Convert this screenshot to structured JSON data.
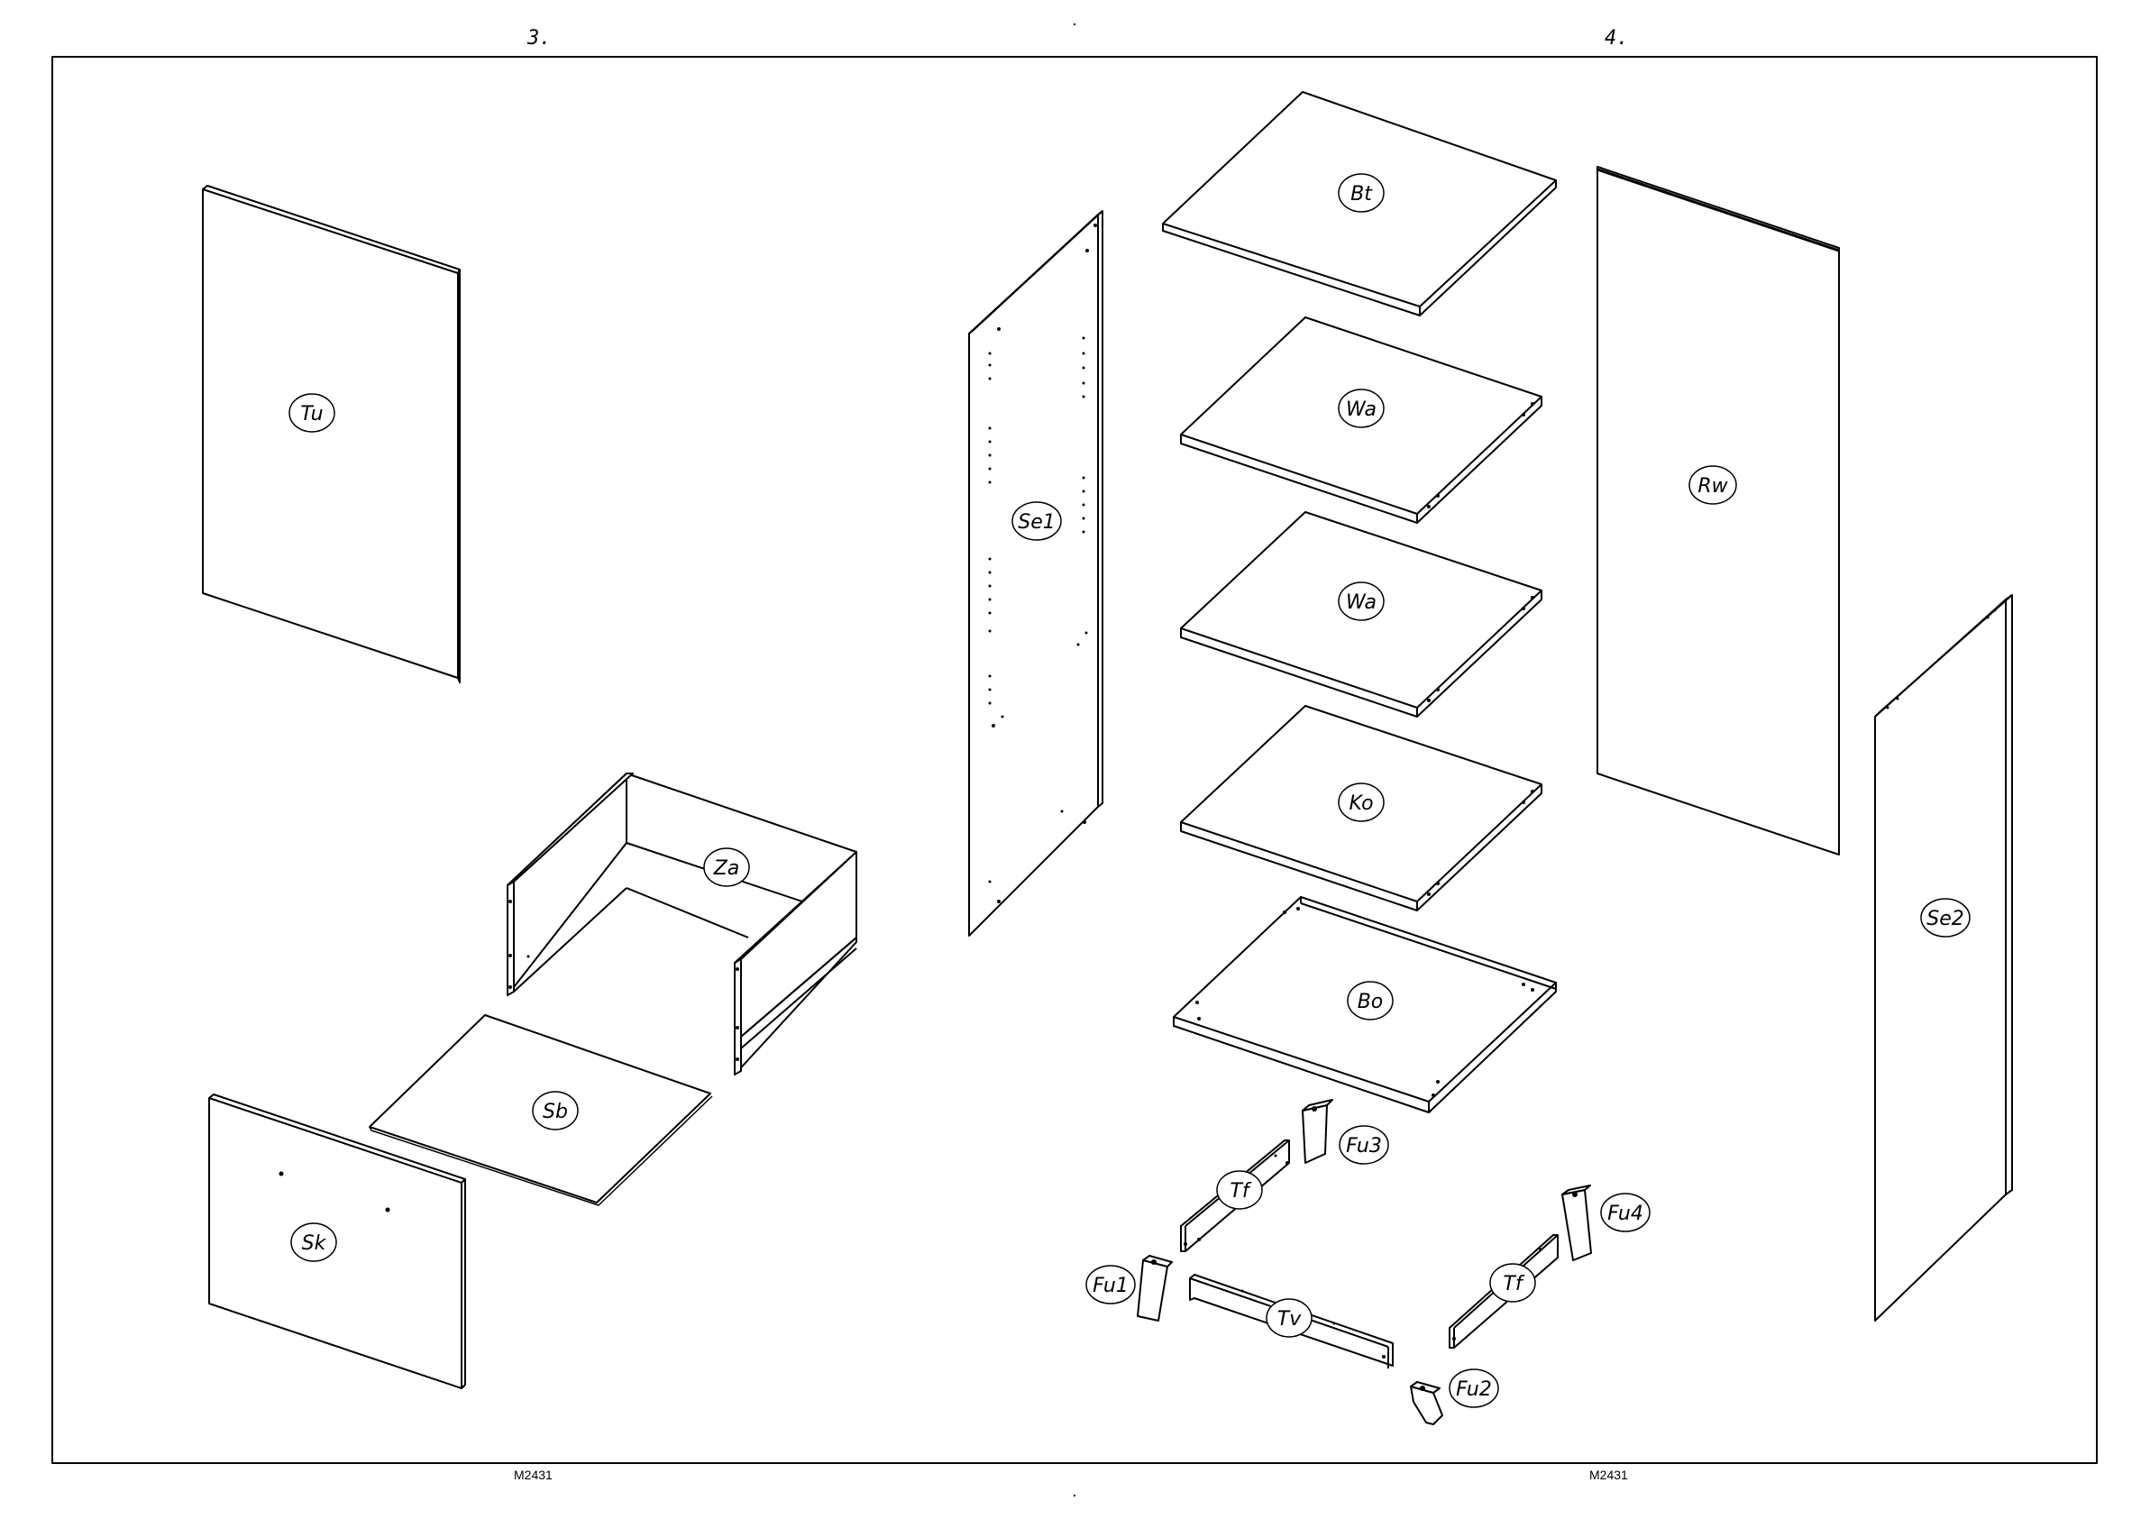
{
  "sheets": [
    {
      "number": "3.",
      "code": "M2431"
    },
    {
      "number": "4.",
      "code": "M2431"
    }
  ],
  "parts": {
    "tu": "Tu",
    "za": "Za",
    "sb": "Sb",
    "sk": "Sk",
    "se1": "Se1",
    "bt": "Bt",
    "wa1": "Wa",
    "wa2": "Wa",
    "ko": "Ko",
    "bo": "Bo",
    "rw": "Rw",
    "se2": "Se2",
    "tf1": "Tf",
    "tf2": "Tf",
    "tv": "Tv",
    "fu1": "Fu1",
    "fu2": "Fu2",
    "fu3": "Fu3",
    "fu4": "Fu4"
  }
}
